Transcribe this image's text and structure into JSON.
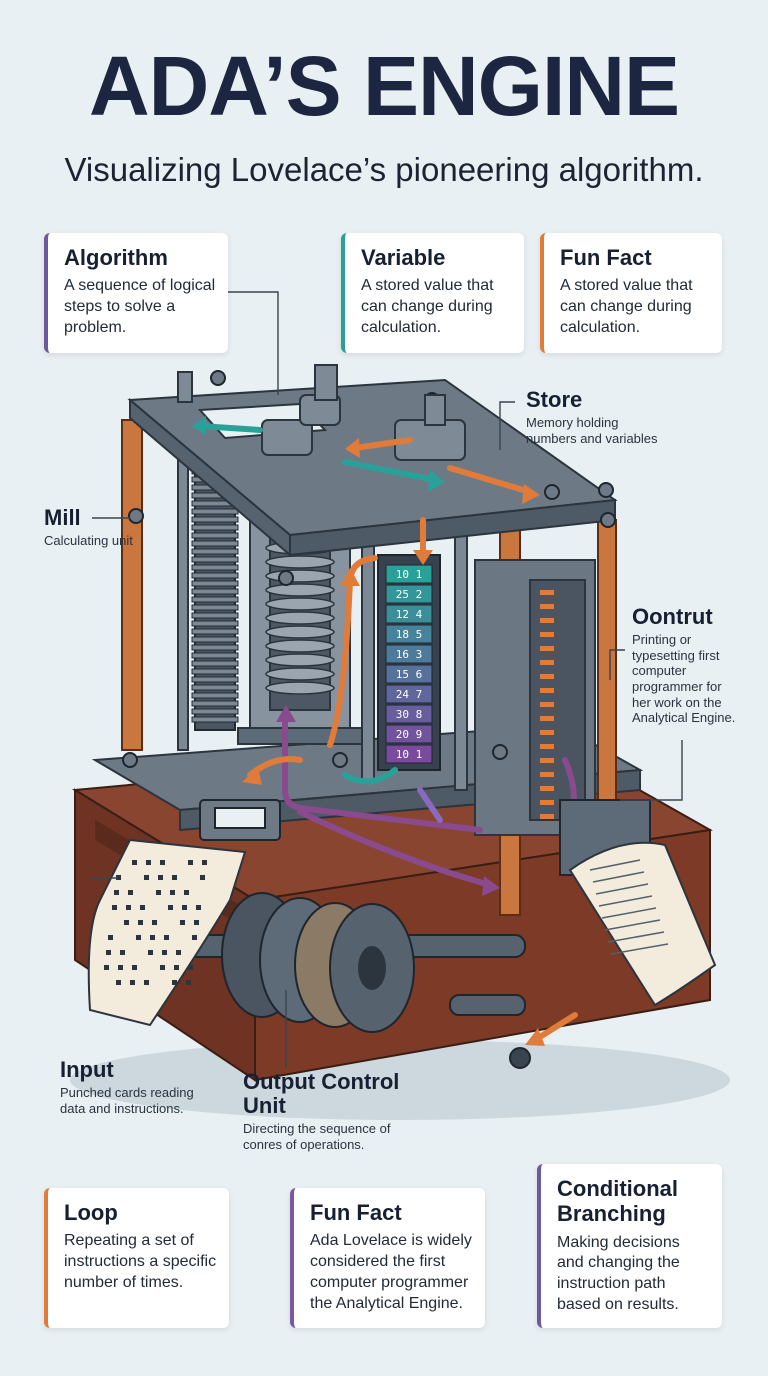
{
  "header": {
    "title": "ADA’S ENGINE",
    "subtitle": "Visualizing Lovelace’s pioneering algorithm."
  },
  "top_cards": [
    {
      "title": "Algorithm",
      "text": "A sequence of logical steps to solve a problem.",
      "accent": "#6b5a9e"
    },
    {
      "title": "Variable",
      "text": "A stored value that can change during calculation.",
      "accent": "#2aa198"
    },
    {
      "title": "Fun Fact",
      "text": "A stored value that can change during calculation.",
      "accent": "#e07b3a"
    }
  ],
  "bottom_cards": [
    {
      "title": "Loop",
      "text": "Repeating a set of instructions a specific number of times.",
      "accent": "#e07b3a"
    },
    {
      "title": "Fun Fact",
      "text": "Ada Lovelace is widely considered the first computer programmer the Analytical Engine.",
      "accent": "#7a5a9e"
    },
    {
      "title": "Conditional Branching",
      "text": "Making decisions and changing the instruction path based on results.",
      "accent": "#6b5a9e"
    }
  ],
  "labels": {
    "store": {
      "title": "Store",
      "text": "Memory holding numbers and variables"
    },
    "mill": {
      "title": "Mill",
      "text": "Calculating unit"
    },
    "output": {
      "title": "Oontrut",
      "text": "Printing or typesetting first computer programmer for her work on the Analytical Engine."
    },
    "input": {
      "title": "Input",
      "text": "Punched cards reading data and instructions."
    },
    "control": {
      "title": "Output Control Unit",
      "text": "Directing the sequence of conres of operations."
    }
  },
  "store_values": [
    "10 1",
    "25 2",
    "12 4",
    "18 5",
    "16 3",
    "15 6",
    "24 7",
    "30 8",
    "20 9",
    "10 1"
  ],
  "colors": {
    "metal": "#5d6b78",
    "metal_light": "#8a97a3",
    "metal_dark": "#3a4450",
    "wood": "#7a3b2a",
    "copper": "#c9773f",
    "teal": "#2aa198",
    "orange": "#e07b3a",
    "purple": "#8a4a8e",
    "paper": "#f3ecdc"
  }
}
